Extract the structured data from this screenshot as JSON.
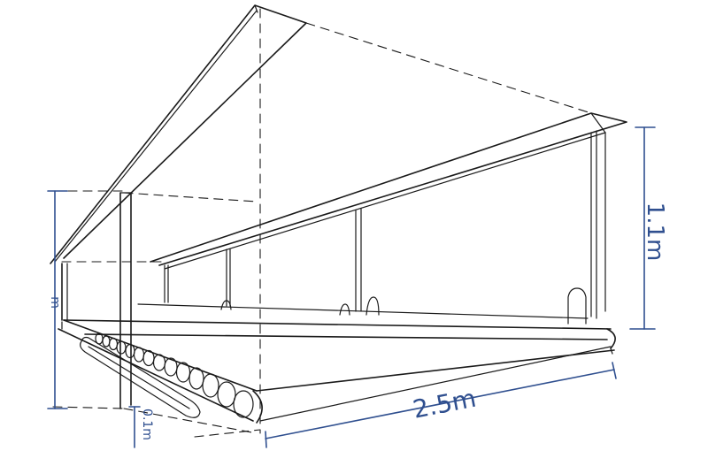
{
  "dimensions": {
    "length_label": "2.5m",
    "height_label": "1.1m",
    "side_label": "0.1m",
    "left_label": "m"
  },
  "colors": {
    "ink": "#1a1a1a",
    "dimension": "#2f4f8f",
    "background": "#ffffff"
  }
}
